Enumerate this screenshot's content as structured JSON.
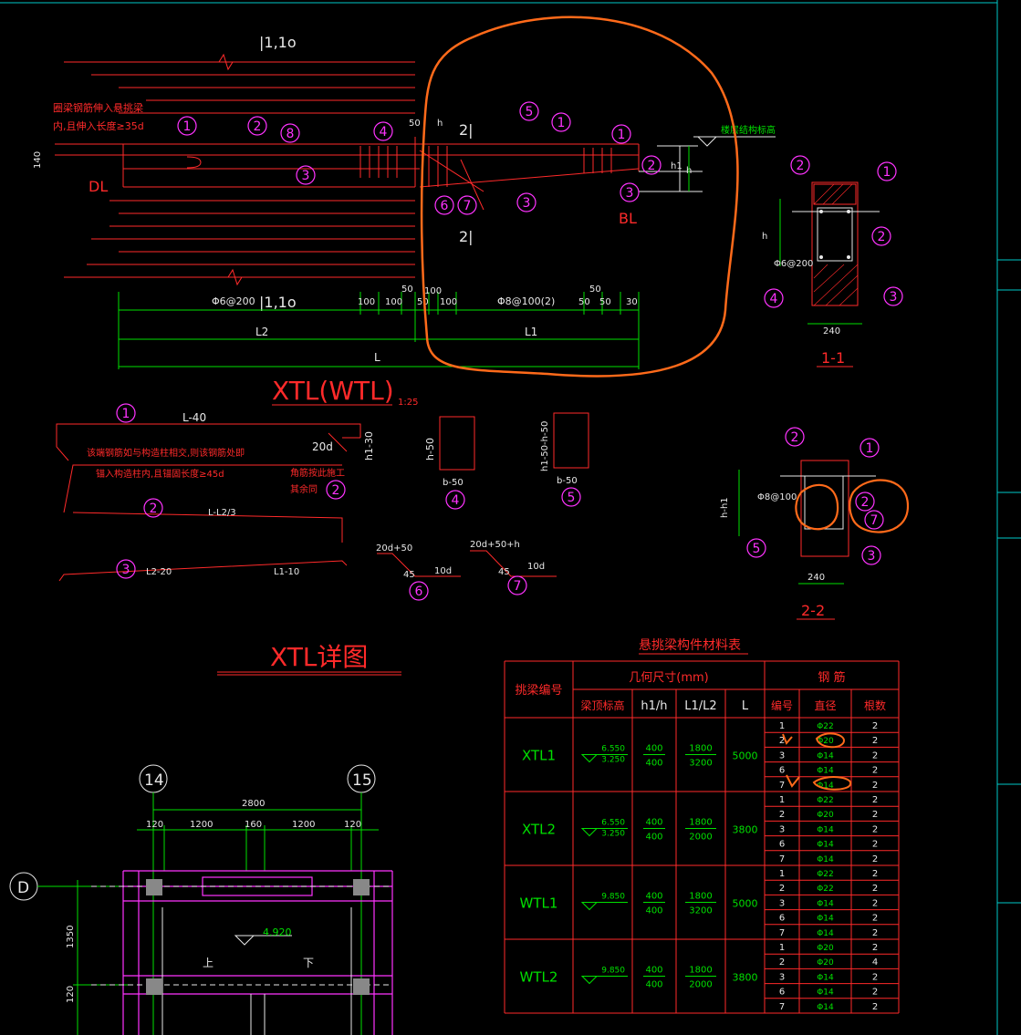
{
  "colors": {
    "background": "#000000",
    "rebar": "#ff2a2a",
    "dimension": "#00e000",
    "label_circle": "#ff33ff",
    "annotation": "#ff6a1a",
    "grid_line": "#00c8c8",
    "text_white": "#e8e8e8",
    "table_text": "#00e000"
  },
  "elevation_detail": {
    "break_labels": [
      "|1,1o",
      "|1,1o"
    ],
    "note_left": [
      "圈梁钢筋伸入悬挑梁",
      "内,且伸入长度≥35d"
    ],
    "dl_label": "DL",
    "bl_label": "BL",
    "dim_140": "140",
    "dim_50": "50",
    "dim_h": "h",
    "dim_h1": "h1",
    "section_mark_top": "2|",
    "section_mark_bottom": "2|",
    "level_note": "楼层结构标高",
    "stirrup_left": "Φ6@200",
    "stirrup_right": "Φ8@100(2)",
    "dims_row": [
      "100",
      "100",
      "50",
      "50",
      "100",
      "50",
      "50",
      "30"
    ],
    "dim_50_top": "100",
    "dim_50_right": "50",
    "dim_L2": "L2",
    "dim_L1": "L1",
    "dim_L": "L",
    "title": "XTL(WTL)",
    "title_scale": "1:25"
  },
  "section_1_1": {
    "stirrup": "Φ6@200",
    "dim_h": "h",
    "width": "240",
    "title": "1-1"
  },
  "section_2_2": {
    "stirrup": "Φ8@100",
    "dim_h": "h-h1",
    "width": "240",
    "title": "2-2"
  },
  "bar_shapes": {
    "bar1_len": "L-40",
    "bar1_note": [
      "该端钢筋如与构造柱相交,则该钢筋处即",
      "锚入构造柱内,且锚固长度≥45d"
    ],
    "bar1_hook": "20d",
    "bar1_h": "h1-30",
    "bar1_other_note": [
      "角筋按此施工",
      "其余同"
    ],
    "bar2_len": "L-L2/3",
    "bar3_len_a": "L2-20",
    "bar3_len_b": "L1-10",
    "stirrup4_h": "h-50",
    "stirrup4_b": "b-50",
    "stirrup5_h": "h1-50-h-50",
    "stirrup5_b": "b-50",
    "bar6_top": "20d+50",
    "bar6_angle": "45",
    "bar6_end": "10d",
    "bar7_top": "20d+50+h",
    "bar7_angle": "45",
    "bar7_end": "10d"
  },
  "detail_title": "XTL详图",
  "table": {
    "title": "悬挑梁构件材料表",
    "headers": {
      "id": "挑梁编号",
      "geometry": "几何尺寸(mm)",
      "top_elev": "梁顶标高",
      "h1h": "h1/h",
      "l1l2": "L1/L2",
      "L": "L",
      "rebar": "钢 筋",
      "no": "编号",
      "dia": "直径",
      "count": "根数"
    },
    "rows": [
      {
        "id": "XTL1",
        "elev": [
          "6.550",
          "3.250"
        ],
        "h1h": [
          "400",
          "400"
        ],
        "l1l2": [
          "1800",
          "3200"
        ],
        "L": "5000",
        "bars": [
          [
            "1",
            "Φ22",
            "2"
          ],
          [
            "2",
            "Φ20",
            "2"
          ],
          [
            "3",
            "Φ14",
            "2"
          ],
          [
            "6",
            "Φ14",
            "2"
          ],
          [
            "7",
            "Φ14",
            "2"
          ]
        ]
      },
      {
        "id": "XTL2",
        "elev": [
          "6.550",
          "3.250"
        ],
        "h1h": [
          "400",
          "400"
        ],
        "l1l2": [
          "1800",
          "2000"
        ],
        "L": "3800",
        "bars": [
          [
            "1",
            "Φ22",
            "2"
          ],
          [
            "2",
            "Φ20",
            "2"
          ],
          [
            "3",
            "Φ14",
            "2"
          ],
          [
            "6",
            "Φ14",
            "2"
          ],
          [
            "7",
            "Φ14",
            "2"
          ]
        ]
      },
      {
        "id": "WTL1",
        "elev": [
          "9.850"
        ],
        "h1h": [
          "400",
          "400"
        ],
        "l1l2": [
          "1800",
          "3200"
        ],
        "L": "5000",
        "bars": [
          [
            "1",
            "Φ22",
            "2"
          ],
          [
            "2",
            "Φ22",
            "2"
          ],
          [
            "3",
            "Φ14",
            "2"
          ],
          [
            "6",
            "Φ14",
            "2"
          ],
          [
            "7",
            "Φ14",
            "2"
          ]
        ]
      },
      {
        "id": "WTL2",
        "elev": [
          "9.850"
        ],
        "h1h": [
          "400",
          "400"
        ],
        "l1l2": [
          "1800",
          "2000"
        ],
        "L": "3800",
        "bars": [
          [
            "1",
            "Φ20",
            "2"
          ],
          [
            "2",
            "Φ20",
            "4"
          ],
          [
            "3",
            "Φ14",
            "2"
          ],
          [
            "6",
            "Φ14",
            "2"
          ],
          [
            "7",
            "Φ14",
            "2"
          ]
        ]
      }
    ]
  },
  "plan": {
    "axis_14": "14",
    "axis_15": "15",
    "axis_D": "D",
    "dim_total": "2800",
    "dims": [
      "120",
      "1200",
      "160",
      "1200",
      "120"
    ],
    "dim_1350": "1350",
    "dim_120": "120",
    "elev": "4.920",
    "up": "上",
    "down": "下"
  }
}
